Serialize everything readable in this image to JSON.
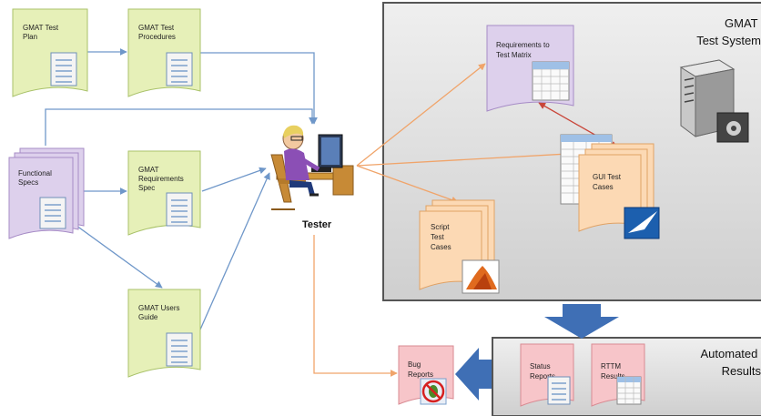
{
  "colors": {
    "green_fill": "#e6f0b8",
    "green_edge": "#a9c26a",
    "purple_fill": "#ddd0ec",
    "purple_edge": "#a68bc6",
    "orange_fill": "#fcd9b4",
    "orange_edge": "#e0a265",
    "pink_fill": "#f7c5c9",
    "pink_edge": "#d88a92",
    "blue_arrow": "#6f97c9",
    "orange_arrow": "#f0a46a",
    "red_arrow": "#c9463a",
    "panel_fill": "#dcdcdc",
    "block_arrow": "#3f6fb5"
  },
  "docs": {
    "test_plan": [
      "GMAT Test",
      "Plan"
    ],
    "test_procedures": [
      "GMAT Test",
      "Procedures"
    ],
    "functional_specs": [
      "Functional",
      "Specs"
    ],
    "requirements_spec": [
      "GMAT",
      "Requirements",
      "Spec"
    ],
    "users_guide": [
      "GMAT Users",
      "Guide"
    ],
    "req_matrix": [
      "Requirements to",
      "Test Matrix"
    ],
    "gui_test_cases": [
      "GUI Test",
      "Cases"
    ],
    "script_test_cases": [
      "Script",
      "Test",
      "Cases"
    ],
    "bug_reports": [
      "Bug",
      "Reports"
    ],
    "status_reports": [
      "Status",
      "Reports"
    ],
    "rttm_results": [
      "RTTM",
      "Results"
    ]
  },
  "tester": {
    "label": "Tester"
  },
  "test_system": {
    "title": [
      "GMAT",
      "Test System"
    ]
  },
  "results_panel": {
    "title": [
      "Automated",
      "Results"
    ]
  },
  "icons": [
    "document-icon",
    "spreadsheet-icon",
    "server-icon",
    "matlab-icon",
    "windows-app-icon",
    "no-bug-icon",
    "tester-person-icon"
  ]
}
